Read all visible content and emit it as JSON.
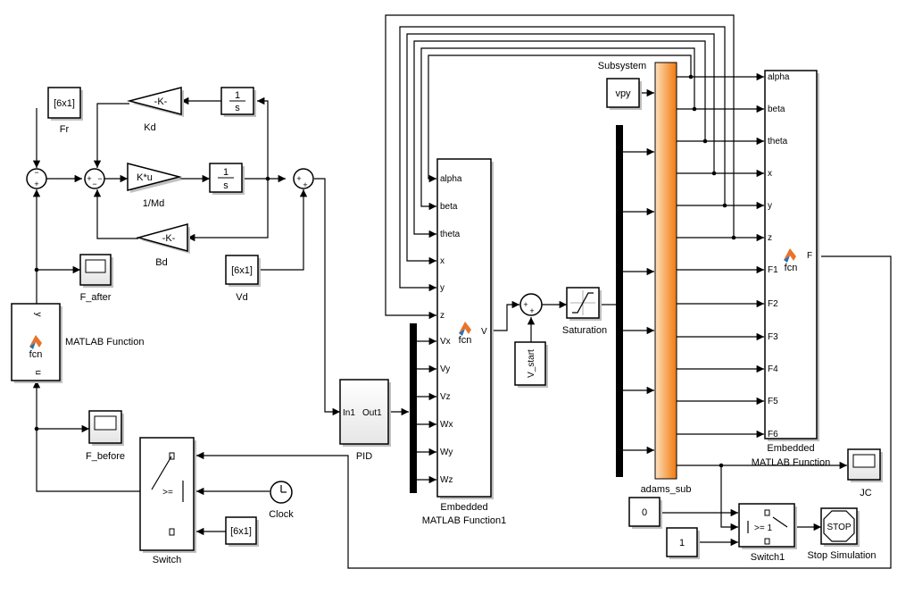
{
  "blocks": {
    "fr": {
      "inner": "[6x1]",
      "label": "Fr"
    },
    "kd": {
      "inner": "-K-",
      "label": "Kd"
    },
    "int_top": {
      "num": "1",
      "den": "s"
    },
    "kmd": {
      "inner": "K*u",
      "label": "1/Md"
    },
    "int_mid": {
      "num": "1",
      "den": "s"
    },
    "bd": {
      "inner": "-K-",
      "label": "Bd"
    },
    "vd": {
      "inner": "[6x1]",
      "label": "Vd"
    },
    "f_after": {
      "label": "F_after"
    },
    "f_before": {
      "label": "F_before"
    },
    "matlab_fn": {
      "inner": "fcn",
      "label": "MATLAB Function",
      "port_y": "y",
      "port_u": "u"
    },
    "switch": {
      "label": "Switch",
      "criteria": ">="
    },
    "clock": {
      "label": "Clock"
    },
    "const_6x1": {
      "inner": "[6x1]"
    },
    "pid": {
      "in": "In1",
      "out": "Out1",
      "label": "PID"
    },
    "emb1": {
      "inner": "fcn",
      "label_line1": "Embedded",
      "label_line2": "MATLAB Function1",
      "inputs": [
        "alpha",
        "beta",
        "theta",
        "x",
        "y",
        "z",
        "Vx",
        "Vy",
        "Vz",
        "Wx",
        "Wy",
        "Wz"
      ],
      "output": "V"
    },
    "v_start": {
      "inner": "V_start"
    },
    "saturation": {
      "label": "Saturation"
    },
    "vpy": {
      "inner": "vpy"
    },
    "adams": {
      "label_top": "Subsystem",
      "label_bottom": "adams_sub"
    },
    "emb2": {
      "inner": "fcn",
      "label_line1": "Embedded",
      "label_line2": "MATLAB Function",
      "inputs": [
        "alpha",
        "beta",
        "theta",
        "x",
        "y",
        "z",
        "F1",
        "F2",
        "F3",
        "F4",
        "F5",
        "F6"
      ],
      "output": "F"
    },
    "jc": {
      "label": "JC"
    },
    "const0": {
      "inner": "0"
    },
    "const1": {
      "inner": "1"
    },
    "switch1": {
      "label": "Switch1",
      "criteria": ">= 1"
    },
    "stop": {
      "inner": "STOP",
      "label": "Stop Simulation"
    }
  },
  "sum_signs": {
    "sum1": {
      "top": "−",
      "bottom": "+"
    },
    "sum2": {
      "left": "+",
      "right": "−",
      "bottom": "−"
    },
    "sum3": {
      "left": "+",
      "bottom": "+"
    },
    "sum4": {
      "left": "+",
      "bottom": "+"
    }
  },
  "colors": {
    "subsystem_light": "#fde0bf",
    "subsystem_dark": "#f07a10",
    "block_shadow": "#c0c0c0"
  }
}
